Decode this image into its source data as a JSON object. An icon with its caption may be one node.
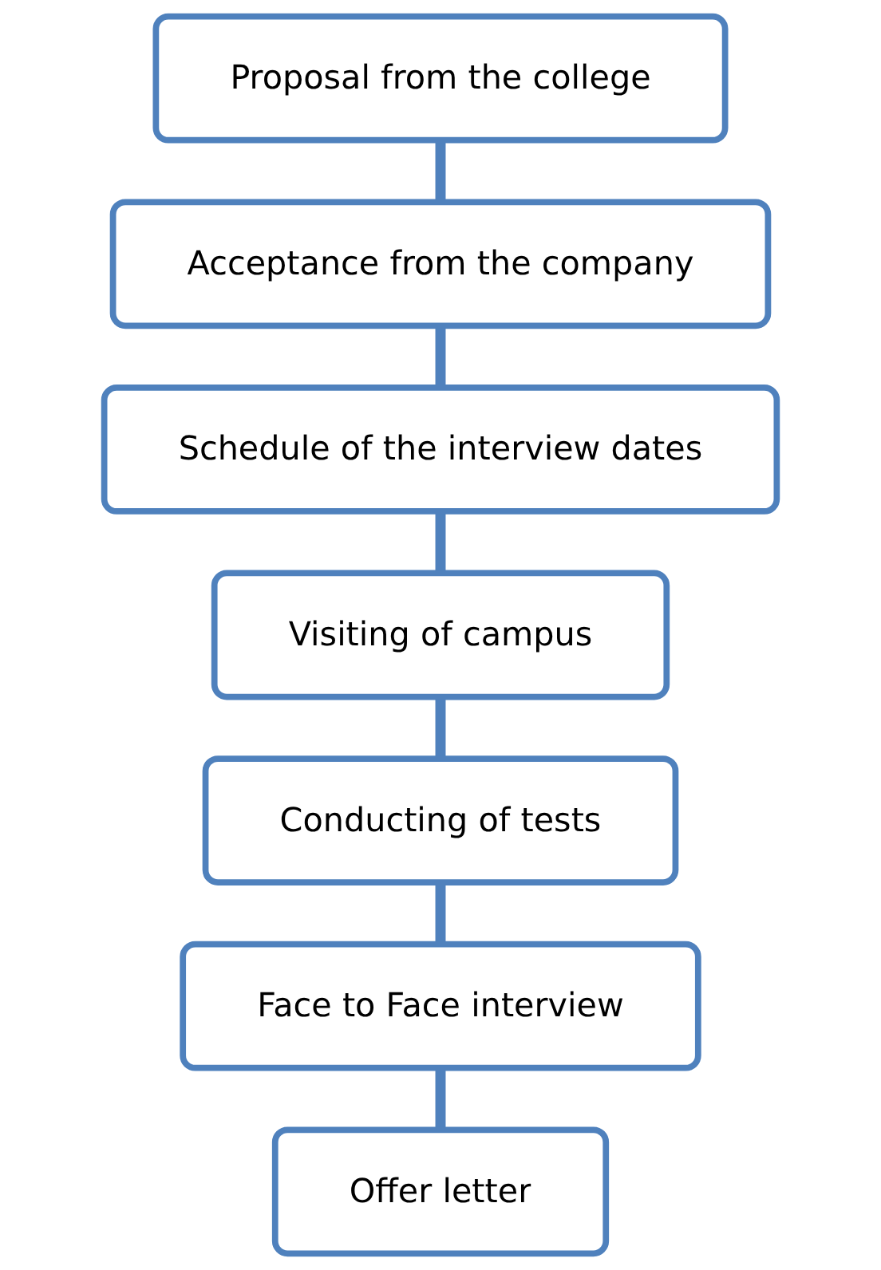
{
  "diagram": {
    "nodes": [
      {
        "text": [
          "Proposal from the college"
        ]
      },
      {
        "text": [
          "Acceptance from the company"
        ]
      },
      {
        "text": [
          "Schedule of the interview dates"
        ]
      },
      {
        "text": [
          "Visiting of campus"
        ]
      },
      {
        "text": [
          "Conducting of tests"
        ]
      },
      {
        "text": [
          "Face to Face interview"
        ]
      },
      {
        "text": [
          "Offer letter"
        ]
      }
    ],
    "edges": [
      {
        "from": 0,
        "to": 1,
        "arrow": "none"
      },
      {
        "from": 1,
        "to": 2,
        "arrow": "none"
      },
      {
        "from": 2,
        "to": 3,
        "arrow": "none"
      },
      {
        "from": 3,
        "to": 4,
        "arrow": "none"
      },
      {
        "from": 4,
        "to": 5,
        "arrow": "none"
      },
      {
        "from": 5,
        "to": 6,
        "arrow": "none"
      }
    ]
  }
}
